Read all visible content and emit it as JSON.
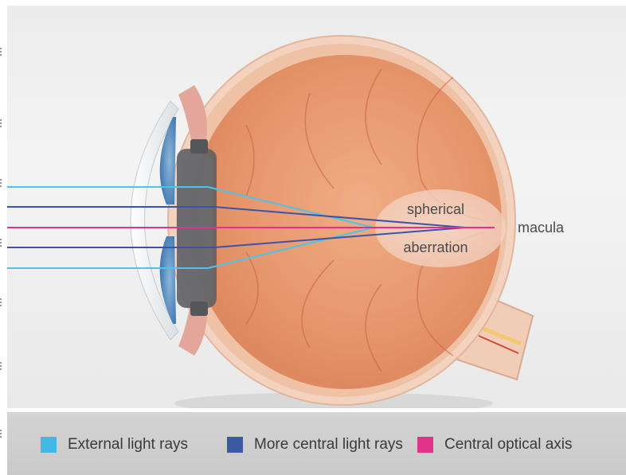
{
  "diagram": {
    "labels": {
      "spherical": "spherical",
      "aberration": "aberration",
      "macula": "macula"
    },
    "colors": {
      "external_rays": "#4fc3e8",
      "central_rays": "#3a54a8",
      "optical_axis": "#e0338a",
      "eye_tissue": "#e8b598",
      "fundus": "#e89a72",
      "aberration_zone": "#f0d2c0"
    }
  },
  "legend": {
    "items": [
      {
        "label": "External light rays",
        "color": "#41b8e6",
        "icon": "cyan-square-icon"
      },
      {
        "label": "More central light rays",
        "color": "#3a5aa6",
        "icon": "blue-square-icon"
      },
      {
        "label": "Central optical axis",
        "color": "#e0338a",
        "icon": "magenta-square-icon"
      }
    ]
  }
}
